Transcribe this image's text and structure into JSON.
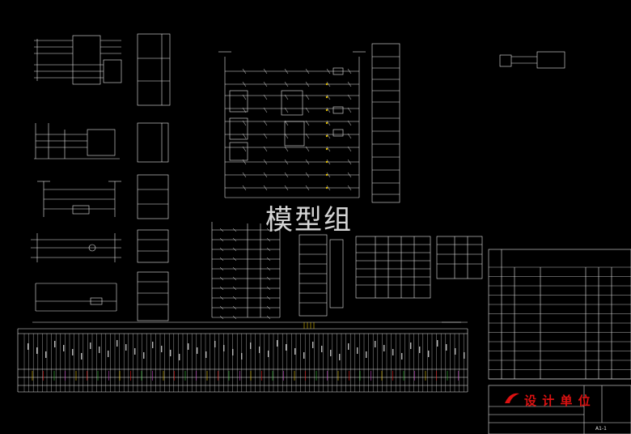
{
  "watermark": "模型组",
  "titleblock": {
    "logo_text": "设  计  单  位",
    "drawing_no": "A1-1"
  },
  "colors": {
    "background": "#000000",
    "line": "#e6e6e6",
    "accent_red": "#d11",
    "accent_yellow": "#e6c200",
    "accent_magenta": "#c03cc0",
    "accent_green": "#2fbf2f"
  },
  "icons": [
    "contactor-coil-icon",
    "switch-contact-icon",
    "motor-icon",
    "fuse-icon",
    "terminal-icon",
    "logo-mark-icon"
  ]
}
